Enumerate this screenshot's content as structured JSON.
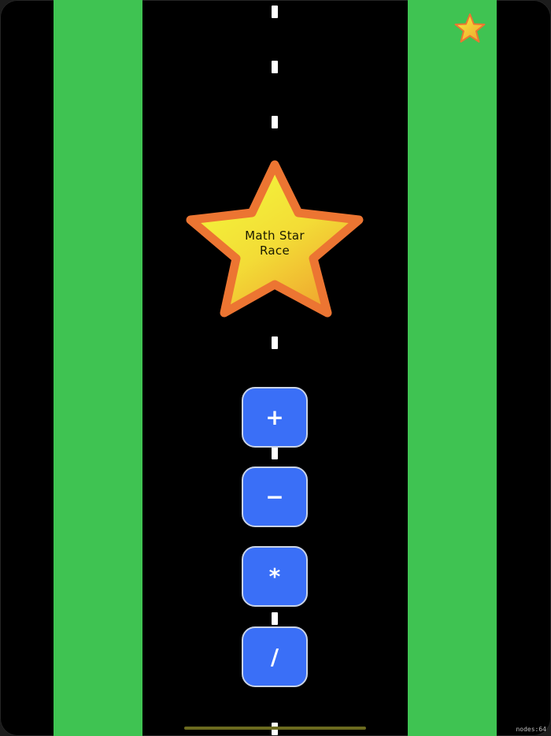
{
  "game": {
    "title_line1": "Math Star",
    "title_line2": "Race",
    "corner_icon": "star-icon",
    "operations": [
      {
        "symbol": "+",
        "name": "addition"
      },
      {
        "symbol": "−",
        "name": "subtraction"
      },
      {
        "symbol": "*",
        "name": "multiplication"
      },
      {
        "symbol": "/",
        "name": "division"
      }
    ],
    "debug_label": "nodes:64"
  },
  "colors": {
    "road": "#000000",
    "grass": "#3fc352",
    "button": "#3a6ff7",
    "star_fill_top": "#f3f13a",
    "star_fill_bottom": "#efa22e",
    "star_stroke": "#ec7532",
    "lane_marking": "#ffffff"
  }
}
